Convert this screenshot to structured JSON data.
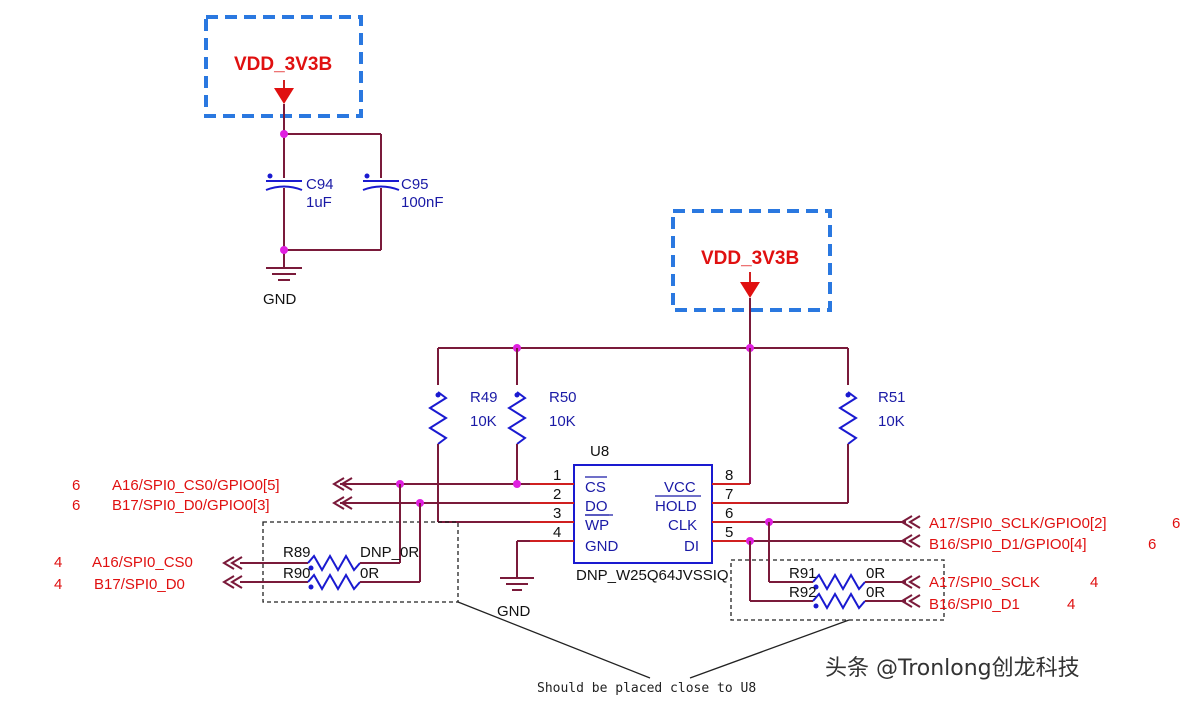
{
  "power": {
    "top_label": "VDD_3V3B",
    "mid_label": "VDD_3V3B"
  },
  "caps": {
    "c94_ref": "C94",
    "c94_val": "1uF",
    "c95_ref": "C95",
    "c95_val": "100nF",
    "gnd_label": "GND"
  },
  "resistors": {
    "r49_ref": "R49",
    "r49_val": "10K",
    "r50_ref": "R50",
    "r50_val": "10K",
    "r51_ref": "R51",
    "r51_val": "10K",
    "r89_ref": "R89",
    "r89_val": "DNP_0R",
    "r90_ref": "R90",
    "r90_val": "0R",
    "r91_ref": "R91",
    "r91_val": "0R",
    "r92_ref": "R92",
    "r92_val": "0R"
  },
  "chip": {
    "ref": "U8",
    "part": "DNP_W25Q64JVSSIQ",
    "gnd_label": "GND",
    "left_pins": [
      {
        "num": "1",
        "name": "CS"
      },
      {
        "num": "2",
        "name": "DO"
      },
      {
        "num": "3",
        "name": "WP"
      },
      {
        "num": "4",
        "name": "GND"
      }
    ],
    "right_pins": [
      {
        "num": "8",
        "name": "VCC"
      },
      {
        "num": "7",
        "name": "HOLD"
      },
      {
        "num": "6",
        "name": "CLK"
      },
      {
        "num": "5",
        "name": "DI"
      }
    ]
  },
  "nets_left": {
    "n1_page": "6",
    "n1_name": "A16/SPI0_CS0/GPIO0[5]",
    "n2_page": "6",
    "n2_name": "B17/SPI0_D0/GPIO0[3]",
    "n3_page": "4",
    "n3_name": "A16/SPI0_CS0",
    "n4_page": "4",
    "n4_name": "B17/SPI0_D0"
  },
  "nets_right": {
    "n1_name": "A17/SPI0_SCLK/GPIO0[2]",
    "n1_page": "6",
    "n2_name": "B16/SPI0_D1/GPIO0[4]",
    "n2_page": "6",
    "n3_name": "A17/SPI0_SCLK",
    "n3_page": "4",
    "n4_name": "B16/SPI0_D1",
    "n4_page": "4"
  },
  "note": "Should be placed close to U8",
  "watermark": "头条 @Tronlong创龙科技"
}
